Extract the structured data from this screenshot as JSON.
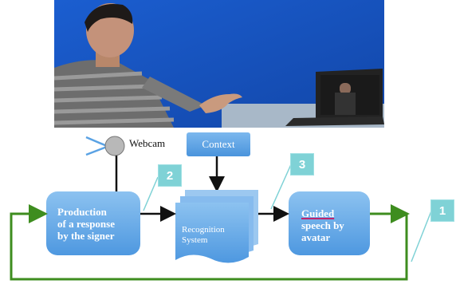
{
  "diagram": {
    "webcam_label": "Webcam",
    "context_label": "Context",
    "production_label": [
      "Production",
      "of a response",
      "by the signer"
    ],
    "recognition_label": [
      "Recognition",
      "System"
    ],
    "avatar_label": {
      "guided": "Guided",
      "rest": [
        "speech by",
        "avatar"
      ]
    },
    "step_numbers": [
      "1",
      "2",
      "3"
    ]
  },
  "colors": {
    "box_blue": "#6aaee8",
    "context_blue": "#5aa2e4",
    "arrow_green": "#3e8d1f",
    "number_teal": "#7fd2d6",
    "background_photo": "#1a58c8"
  }
}
